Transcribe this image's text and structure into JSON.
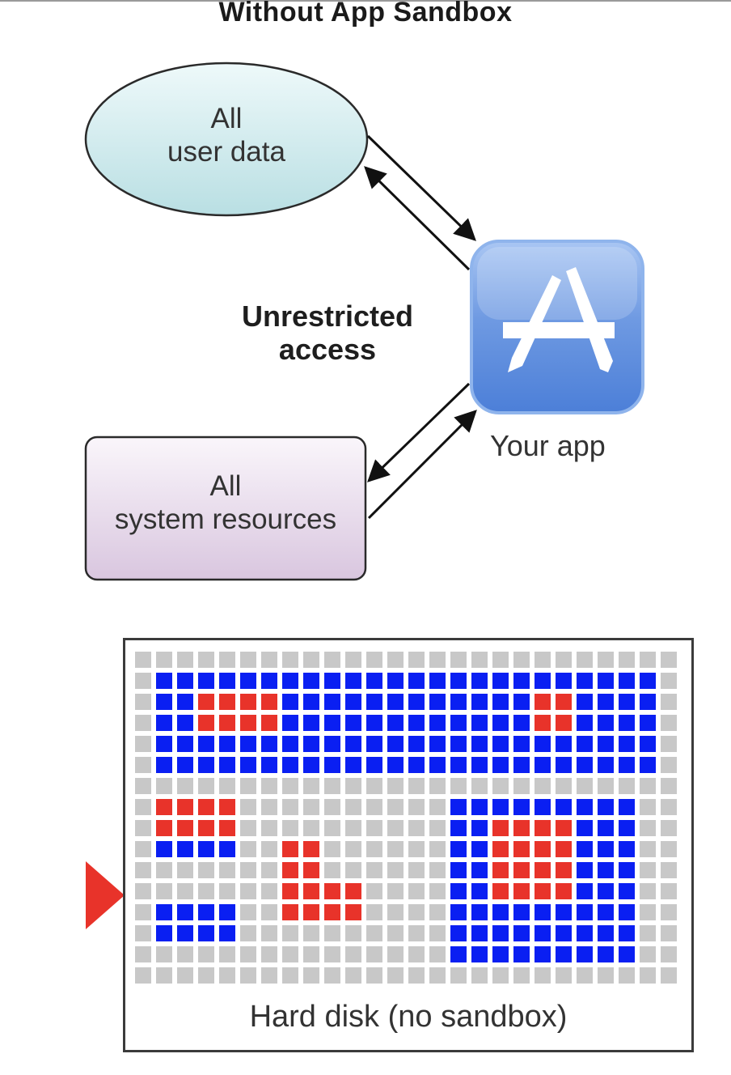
{
  "title": "Without App Sandbox",
  "nodes": {
    "user_data": {
      "line1": "All",
      "line2": "user data"
    },
    "system_resources": {
      "line1": "All",
      "line2": "system resources"
    },
    "app": {
      "caption": "Your app",
      "icon": "app-store-icon"
    }
  },
  "access_label": {
    "line1": "Unrestricted",
    "line2": "access"
  },
  "disk": {
    "label": "Hard disk (no sandbox)",
    "colors": {
      "empty": "#c8c8c8",
      "blue": "#0a1ff2",
      "red": "#e8332a"
    },
    "grid": [
      "..........................",
      ".BBBBBBBBBBBBBBBBBBBBBBBB.",
      ".BBRRRRBBBBBBBBBBBBRRBBBB.",
      ".BBRRRRBBBBBBBBBBBBRRBBBB.",
      ".BBBBBBBBBBBBBBBBBBBBBBBB.",
      ".BBBBBBBBBBBBBBBBBBBBBBBB.",
      "..........................",
      ".RRRR..........BBBBBBBBB..",
      ".RRRR..........BBRRRRBBB..",
      ".BBBB..RR......BBRRRRBBB..",
      ".......RR......BBRRRRBBB..",
      ".......RRRR....BBRRRRBBB..",
      ".BBBB..RRRR....BBBBBBBBB..",
      ".BBBB..........BBBBBBBBB..",
      "...............BBBBBBBBB..",
      ".........................."
    ]
  },
  "colors": {
    "ellipse_fill": "#cfeaec",
    "box_fill": "#ebdff0",
    "app_blue": "#6b97e0",
    "pointer": "#e8332a"
  }
}
